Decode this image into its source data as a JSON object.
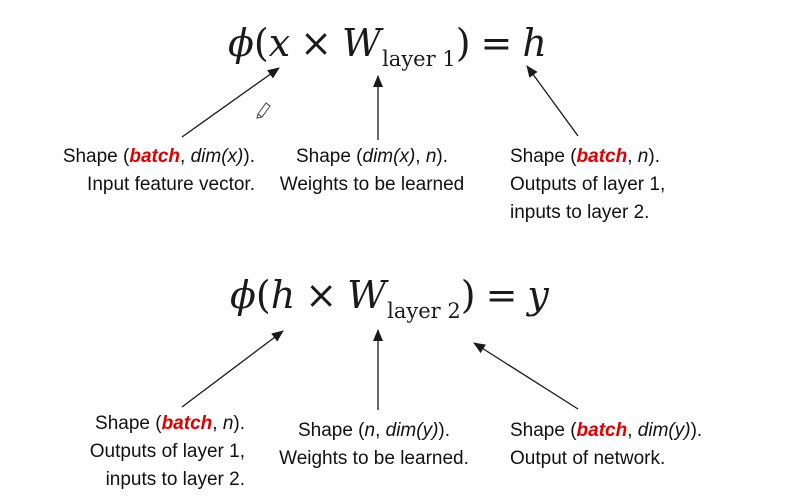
{
  "equation1": {
    "phi": "ϕ",
    "open_paren": "(",
    "x": "x",
    "times": "×",
    "W": "W",
    "subscript": "layer 1",
    "close_paren": ")",
    "equals": "=",
    "rhs": "h"
  },
  "equation2": {
    "phi": "ϕ",
    "open_paren": "(",
    "x": "h",
    "times": "×",
    "W": "W",
    "subscript": "layer 2",
    "close_paren": ")",
    "equals": "=",
    "rhs": "y"
  },
  "annotations_top": [
    {
      "shape_prefix": "Shape (",
      "batch": "batch",
      "shape_rest": ", ",
      "dim": "dim(x)",
      "shape_suffix": ").",
      "line2": "Input feature vector."
    },
    {
      "shape_prefix": "Shape (",
      "dim": "dim(x)",
      "mid": ", ",
      "n": "n",
      "shape_suffix": ").",
      "line2": "Weights to be learned"
    },
    {
      "shape_prefix": "Shape (",
      "batch": "batch",
      "mid": ", ",
      "n": "n",
      "shape_suffix": ").",
      "line2": "Outputs of layer 1,",
      "line3": "inputs to layer 2."
    }
  ],
  "annotations_bottom": [
    {
      "shape_prefix": "Shape (",
      "batch": "batch",
      "mid": ", ",
      "n": "n",
      "shape_suffix": ").",
      "line2": "Outputs of layer 1,",
      "line3": "inputs to layer 2."
    },
    {
      "shape_prefix": "Shape (",
      "n": "n",
      "mid": ", ",
      "dim": "dim(y)",
      "shape_suffix": ").",
      "line2": "Weights to be learned."
    },
    {
      "shape_prefix": "Shape (",
      "batch": "batch",
      "mid": ", ",
      "dim": "dim(y)",
      "shape_suffix": ").",
      "line2": "Output of network."
    }
  ],
  "colors": {
    "highlight": "#e00000",
    "text": "#111111",
    "arrow": "#1a1a1a"
  }
}
